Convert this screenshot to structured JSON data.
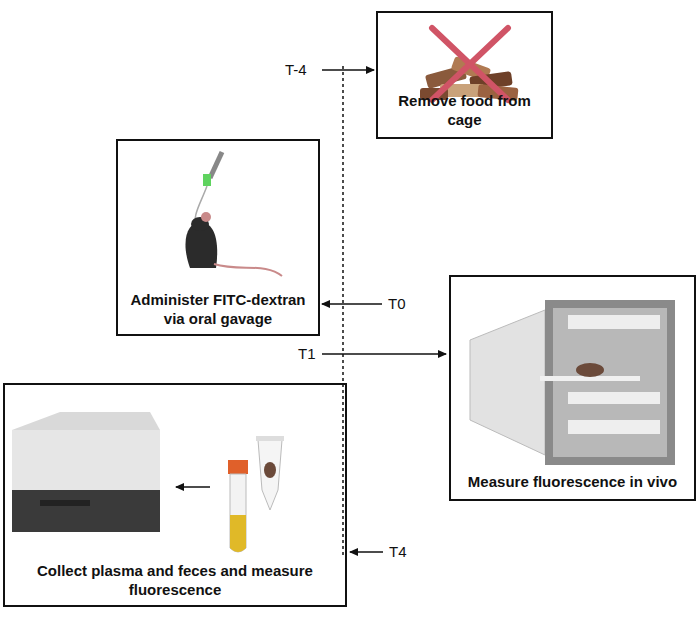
{
  "diagram": {
    "nodes": [
      {
        "text": [
          "Remove food from cage"
        ]
      },
      {
        "text": [
          "Administer FITC-dextran via oral gavage"
        ]
      },
      {
        "text": [
          "Measure fluorescence in vivo"
        ]
      },
      {
        "text": [
          "Collect plasma and feces and measure fluorescence"
        ]
      }
    ],
    "labels": [
      "T-4",
      "T0",
      "T1",
      "T4"
    ]
  }
}
